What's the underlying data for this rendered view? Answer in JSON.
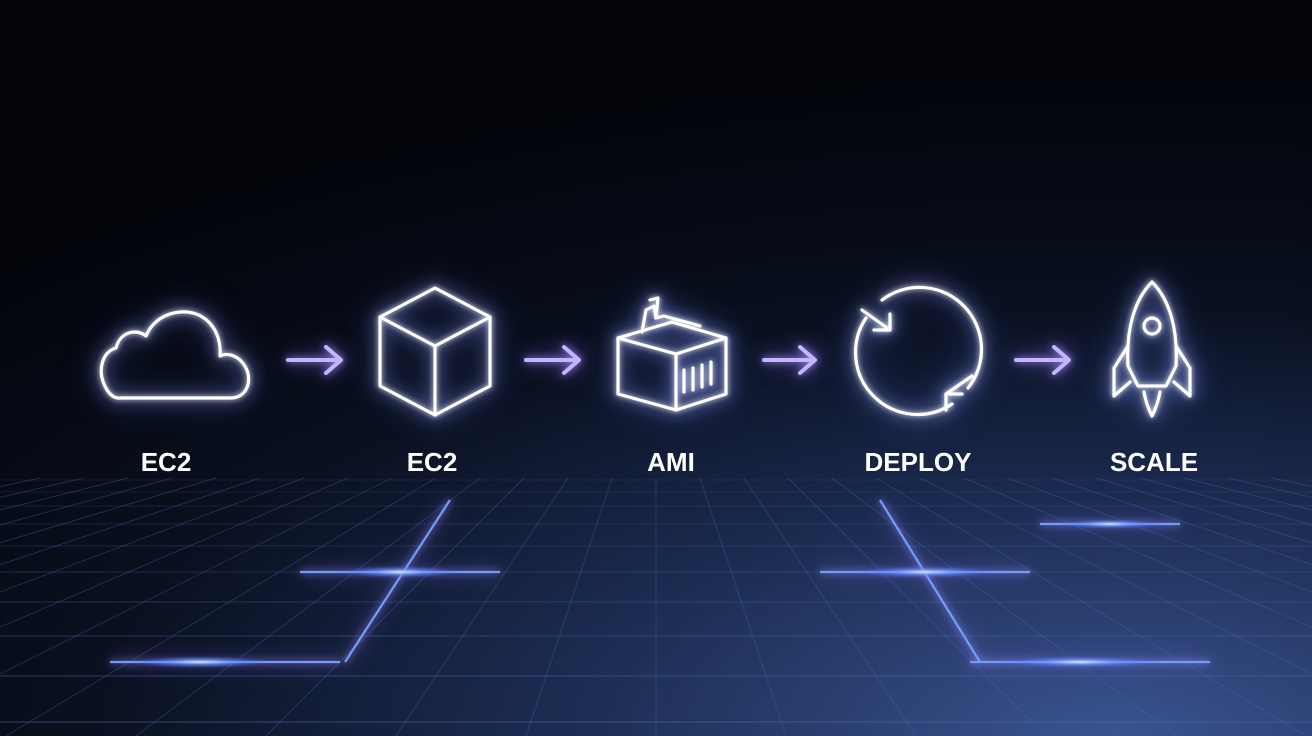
{
  "diagram": {
    "steps": [
      {
        "label": "EC2",
        "icon": "cloud-icon"
      },
      {
        "label": "EC2",
        "icon": "cube-icon"
      },
      {
        "label": "AMI",
        "icon": "container-icon"
      },
      {
        "label": "DEPLOY",
        "icon": "refresh-cycle-icon"
      },
      {
        "label": "SCALE",
        "icon": "rocket-icon"
      }
    ],
    "connectors": 4
  },
  "colors": {
    "icon_stroke": "#ffffff",
    "icon_glow": "#8a9cff",
    "arrow": "#b9a8ff",
    "grid_line": "#4a6aaa",
    "grid_highlight": "#5a8cff"
  }
}
